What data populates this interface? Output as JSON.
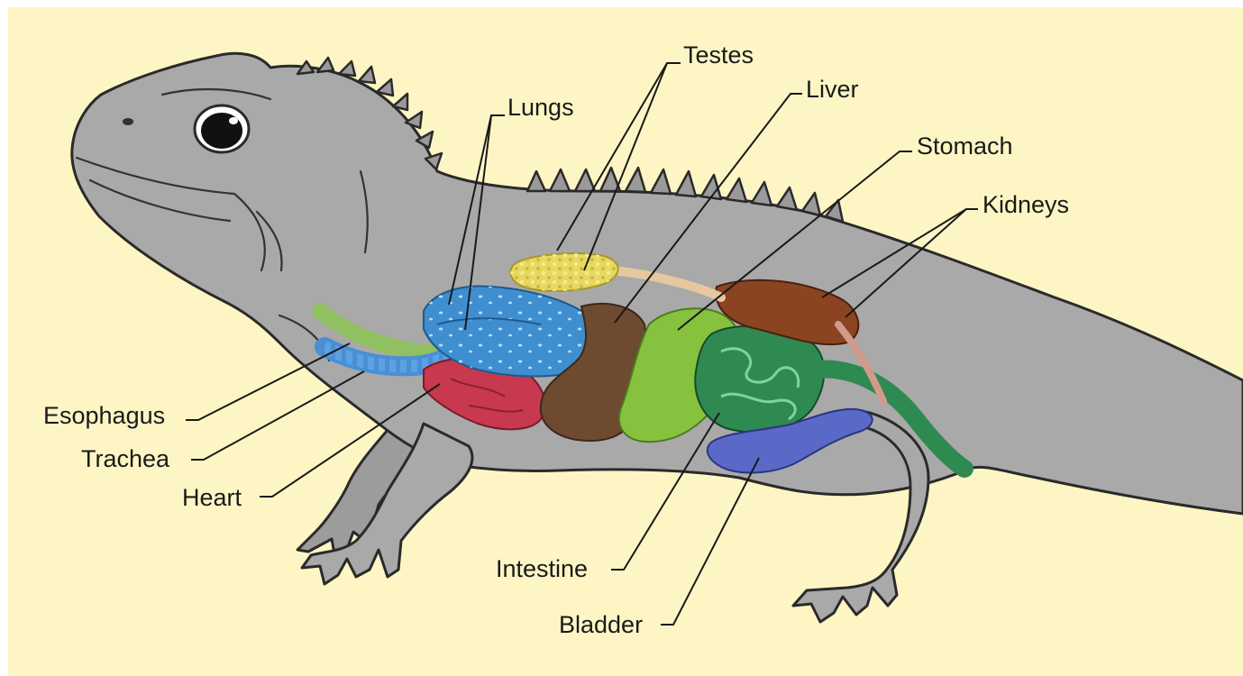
{
  "colors": {
    "background": "#fdf6c4",
    "border": "#ffffff",
    "body": "#a9a9a9",
    "lungs": "#3f8fd0",
    "trachea": "#4a8fd6",
    "esophagus": "#8ec25a",
    "heart": "#c8384e",
    "liver": "#6e4a30",
    "stomach": "#86c23e",
    "intestine": "#2f8a52",
    "kidneys": "#8a4422",
    "testes": "#e6d860",
    "bladder": "#5a68c8"
  },
  "labels": {
    "testes": "Testes",
    "lungs": "Lungs",
    "liver": "Liver",
    "stomach": "Stomach",
    "kidneys": "Kidneys",
    "esophagus": "Esophagus",
    "trachea": "Trachea",
    "heart": "Heart",
    "intestine": "Intestine",
    "bladder": "Bladder"
  }
}
